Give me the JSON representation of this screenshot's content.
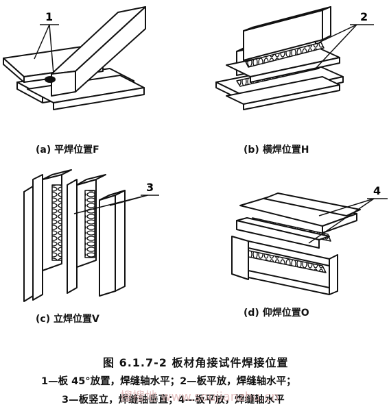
{
  "panels": [
    {
      "id": "a",
      "caption": "(a) 平焊位置F",
      "callout": "1"
    },
    {
      "id": "b",
      "caption": "(b) 横焊位置H",
      "callout": "2"
    },
    {
      "id": "c",
      "caption": "(c) 立焊位置V",
      "callout": "3"
    },
    {
      "id": "d",
      "caption": "(d) 仰焊位置O",
      "callout": "4"
    }
  ],
  "figure_title": "图 6.1.7-2   板材角接试件焊接位置",
  "legend_lines": [
    "1—板 45°放置，焊缝轴水平；2—板平放，焊缝轴水平；",
    "3—板竖立，焊缝轴垂直；4—板平放，焊缝轴水平"
  ],
  "watermark": "搜搜地 www.soujianzhu.cn"
}
